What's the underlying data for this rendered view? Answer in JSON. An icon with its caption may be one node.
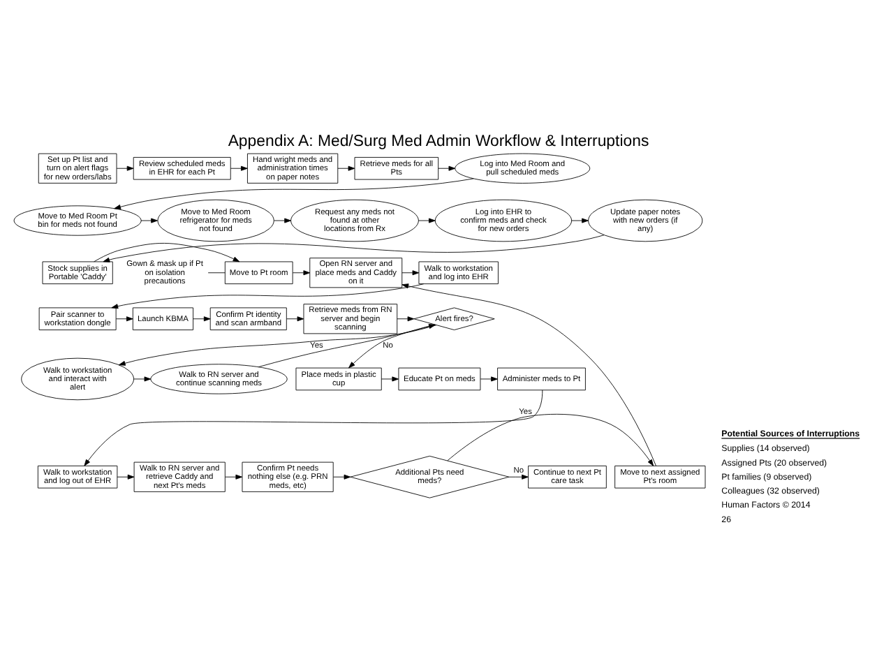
{
  "diagram": {
    "title": "Appendix A: Med/Surg Med Admin Workflow & Interruptions",
    "nodes": [
      {
        "text": [
          "Set up Pt list and turn on alert flags for new orders/labs"
        ]
      },
      {
        "text": [
          "Review scheduled meds in EHR for each Pt"
        ]
      },
      {
        "text": [
          "Hand wright meds and administration times on paper notes"
        ]
      },
      {
        "text": [
          "Retrieve meds for all Pts"
        ]
      },
      {
        "text": [
          "Log into Med Room and pull scheduled meds"
        ]
      },
      {
        "text": [
          "Move to Med Room Pt bin for meds not found"
        ]
      },
      {
        "text": [
          "Move to Med Room refrigerator for meds not found"
        ]
      },
      {
        "text": [
          "Request any meds not found at other locations from Rx"
        ]
      },
      {
        "text": [
          "Log into EHR to confirm meds and check for new orders"
        ]
      },
      {
        "text": [
          "Update paper notes with new orders (if any)"
        ]
      },
      {
        "text": [
          "Stock supplies in Portable 'Caddy'"
        ]
      },
      {
        "text": [
          "Move to Pt room"
        ]
      },
      {
        "text": [
          "Gown & mask up if Pt on isolation precautions"
        ]
      },
      {
        "text": [
          "Open RN server and place meds and Caddy on it"
        ]
      },
      {
        "text": [
          "Walk to workstation and log into EHR"
        ]
      },
      {
        "text": [
          "Pair scanner to workstation dongle"
        ]
      },
      {
        "text": [
          "Launch KBMA"
        ]
      },
      {
        "text": [
          "Confirm Pt identity and scan armband"
        ]
      },
      {
        "text": [
          "Retrieve meds from RN server and begin scanning"
        ]
      },
      {
        "text": [
          "Alert fires?"
        ]
      },
      {
        "text": [
          "Walk to workstation and interact with alert"
        ]
      },
      {
        "text": [
          "Walk to RN server and continue scanning meds"
        ]
      },
      {
        "text": [
          "Place meds in plastic cup"
        ]
      },
      {
        "text": [
          "Educate Pt on meds"
        ]
      },
      {
        "text": [
          "Administer meds to Pt"
        ]
      },
      {
        "text": [
          "Walk to workstation and log out of EHR"
        ]
      },
      {
        "text": [
          "Walk to RN server and retrieve Caddy and next Pt's meds"
        ]
      },
      {
        "text": [
          "Confirm Pt needs nothing else (e.g. PRN meds, etc)"
        ]
      },
      {
        "text": [
          "Additional Pts need meds?"
        ]
      },
      {
        "text": [
          "Continue to next Pt care task"
        ]
      },
      {
        "text": [
          "Move to next assigned Pt's room"
        ]
      }
    ],
    "edges": [
      {
        "from": 0,
        "to": 1,
        "arrow": "to"
      },
      {
        "from": 1,
        "to": 2,
        "arrow": "to"
      },
      {
        "from": 2,
        "to": 3,
        "arrow": "to"
      },
      {
        "from": 3,
        "to": 4,
        "arrow": "to"
      },
      {
        "from": 4,
        "to": 5,
        "arrow": "to"
      },
      {
        "from": 5,
        "to": 6,
        "arrow": "to"
      },
      {
        "from": 6,
        "to": 7,
        "arrow": "to"
      },
      {
        "from": 7,
        "to": 8,
        "arrow": "to"
      },
      {
        "from": 8,
        "to": 9,
        "arrow": "to"
      },
      {
        "from": 9,
        "to": 10,
        "arrow": "to"
      },
      {
        "from": 10,
        "to": 11,
        "arrow": "to"
      },
      {
        "from": 12,
        "to": 11,
        "arrow": "none"
      },
      {
        "from": 11,
        "to": 13,
        "arrow": "to"
      },
      {
        "from": 13,
        "to": 14,
        "arrow": "to"
      },
      {
        "from": 14,
        "to": 15,
        "arrow": "to"
      },
      {
        "from": 15,
        "to": 16,
        "arrow": "to"
      },
      {
        "from": 16,
        "to": 17,
        "arrow": "to"
      },
      {
        "from": 17,
        "to": 18,
        "arrow": "to"
      },
      {
        "from": 18,
        "to": 19,
        "arrow": "to"
      },
      {
        "from": 19,
        "to": 20,
        "label": "Yes",
        "arrow": "to"
      },
      {
        "from": 20,
        "to": 21,
        "arrow": "to"
      },
      {
        "from": 21,
        "to": 19,
        "arrow": "to"
      },
      {
        "from": 19,
        "to": 22,
        "label": "No",
        "arrow": "to"
      },
      {
        "from": 22,
        "to": 23,
        "arrow": "to"
      },
      {
        "from": 23,
        "to": 24,
        "arrow": "to"
      },
      {
        "from": 24,
        "to": 25,
        "arrow": "to"
      },
      {
        "from": 25,
        "to": 26,
        "arrow": "to"
      },
      {
        "from": 26,
        "to": 27,
        "arrow": "to"
      },
      {
        "from": 27,
        "to": 28,
        "arrow": "to"
      },
      {
        "from": 28,
        "to": 29,
        "label": "No",
        "arrow": "to"
      },
      {
        "from": 28,
        "to": 30,
        "label": "Yes",
        "arrow": "to"
      },
      {
        "from": 30,
        "to": 13,
        "arrow": "to"
      }
    ],
    "labels": [
      "Potential Sources of Interruptions",
      "Supplies (14 observed)",
      "Assigned Pts (20 observed)",
      "Pt families (9 observed)",
      "Colleagues (32 observed)",
      "Human Factors © 2014",
      "26"
    ]
  }
}
